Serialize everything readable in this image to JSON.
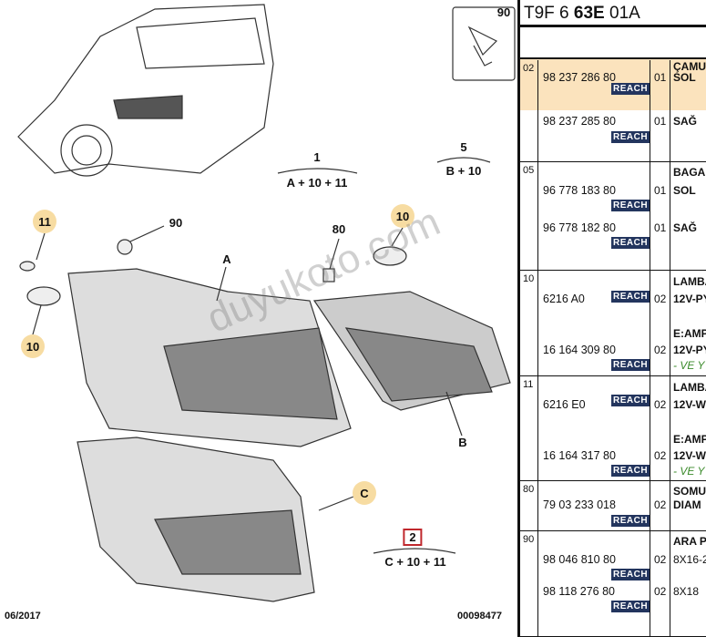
{
  "diagram": {
    "callouts": {
      "c90_box": "90",
      "c1": "1",
      "c1_formula": "A + 10 + 11",
      "c5": "5",
      "c5_formula": "B + 10",
      "c11": "11",
      "c10a": "10",
      "c10b": "10",
      "cC": "C",
      "c90": "90",
      "c80": "80",
      "cA": "A",
      "cB": "B",
      "c2": "2",
      "c2_formula": "C + 10 + 11"
    },
    "date": "06/2017",
    "ref_number": "00098477",
    "watermark": "duyukoto.com"
  },
  "table": {
    "title_prefix": "T9F 6 ",
    "title_bold": "63E",
    "title_suffix": " 01A",
    "reach": "REACH",
    "groups": [
      {
        "ref": "02",
        "desc_head": "ÇAMU",
        "parts": [
          {
            "pn": "98 237 286 80",
            "qty": "01",
            "desc": "SOL"
          },
          {
            "pn": "98 237 285 80",
            "qty": "01",
            "desc": "SAĞ"
          }
        ]
      },
      {
        "ref": "05",
        "desc_head": "BAGA",
        "parts": [
          {
            "pn": "96 778 183 80",
            "qty": "01",
            "desc": "SOL"
          },
          {
            "pn": "96 778 182 80",
            "qty": "01",
            "desc": "SAĞ"
          }
        ]
      },
      {
        "ref": "10",
        "parts": [
          {
            "pn": "6216 A0",
            "qty": "02",
            "head": "LAMBA",
            "desc": "12V-PY"
          },
          {
            "pn": "16 164 309 80",
            "qty": "02",
            "head": "E:AMP",
            "desc": "12V-PY",
            "note": "- VE Y"
          }
        ]
      },
      {
        "ref": "11",
        "parts": [
          {
            "pn": "6216 E0",
            "qty": "02",
            "head": "LAMBA",
            "desc": "12V-W"
          },
          {
            "pn": "16 164 317 80",
            "qty": "02",
            "head": "E:AMP",
            "desc": "12V-W",
            "note": "- VE Y"
          }
        ]
      },
      {
        "ref": "80",
        "desc_head": "SOMU",
        "parts": [
          {
            "pn": "79 03 233 018",
            "qty": "02",
            "desc": "DIAM"
          }
        ]
      },
      {
        "ref": "90",
        "desc_head": "ARA P",
        "parts": [
          {
            "pn": "98 046 810 80",
            "qty": "02",
            "desc": "8X16-2"
          },
          {
            "pn": "98 118 276 80",
            "qty": "02",
            "desc": "8X18"
          }
        ]
      }
    ]
  }
}
